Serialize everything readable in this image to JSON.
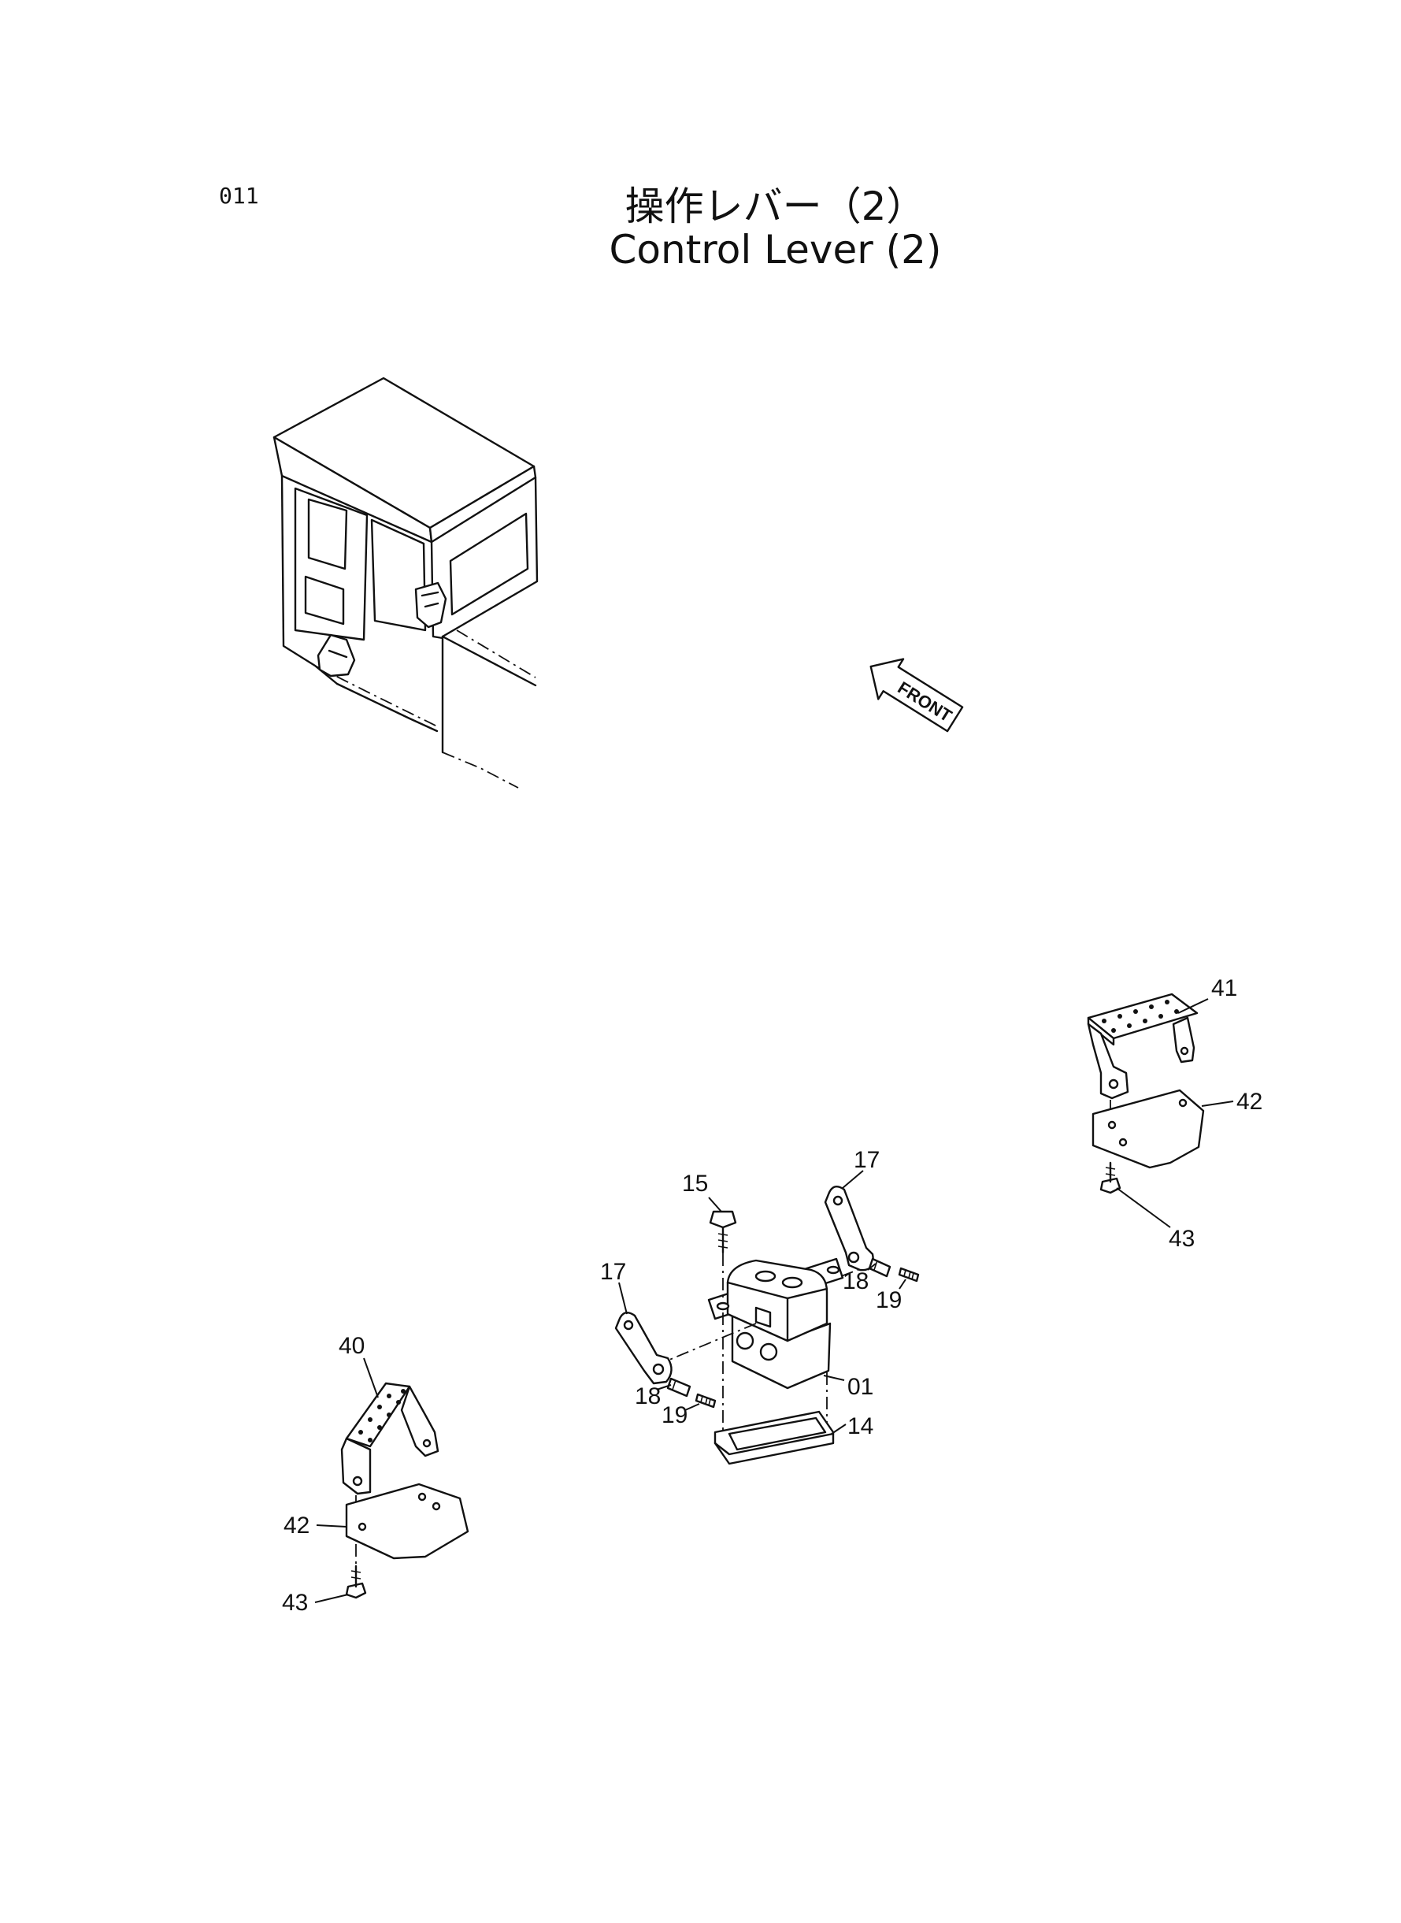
{
  "page": {
    "number": "011",
    "title_jp": "操作レバー（2）",
    "title_en": "Control  Lever (2)"
  },
  "orientation": {
    "arrow_label": "FRONT"
  },
  "callouts": [
    {
      "id": "c-01",
      "label": "01"
    },
    {
      "id": "c-14",
      "label": "14"
    },
    {
      "id": "c-15",
      "label": "15"
    },
    {
      "id": "c-17-right",
      "label": "17"
    },
    {
      "id": "c-17-left",
      "label": "17"
    },
    {
      "id": "c-18-right",
      "label": "18"
    },
    {
      "id": "c-18-left",
      "label": "18"
    },
    {
      "id": "c-19-right",
      "label": "19"
    },
    {
      "id": "c-19-left",
      "label": "19"
    },
    {
      "id": "c-40",
      "label": "40"
    },
    {
      "id": "c-41",
      "label": "41"
    },
    {
      "id": "c-42-right",
      "label": "42"
    },
    {
      "id": "c-42-left",
      "label": "42"
    },
    {
      "id": "c-43-right",
      "label": "43"
    },
    {
      "id": "c-43-left",
      "label": "43"
    }
  ]
}
